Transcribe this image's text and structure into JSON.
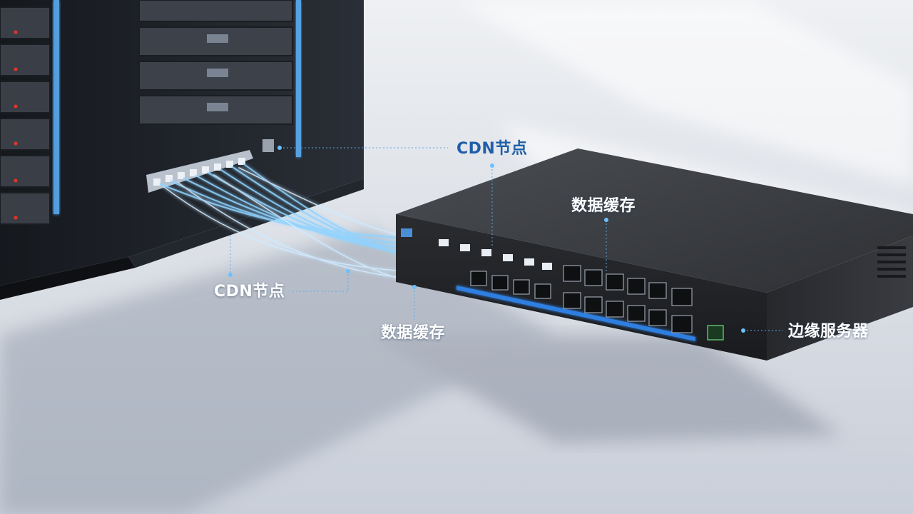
{
  "labels": {
    "cdn_node_top": "CDN节点",
    "data_cache_top": "数据缓存",
    "cdn_node_left": "CDN节点",
    "data_cache_bottom": "数据缓存",
    "edge_server": "边缘服务器"
  },
  "colors": {
    "label_blue": "#1f5fa8",
    "label_white": "#ffffff",
    "fiber_glow": "#8fd3ff",
    "port_blue": "#2f7fe0"
  }
}
